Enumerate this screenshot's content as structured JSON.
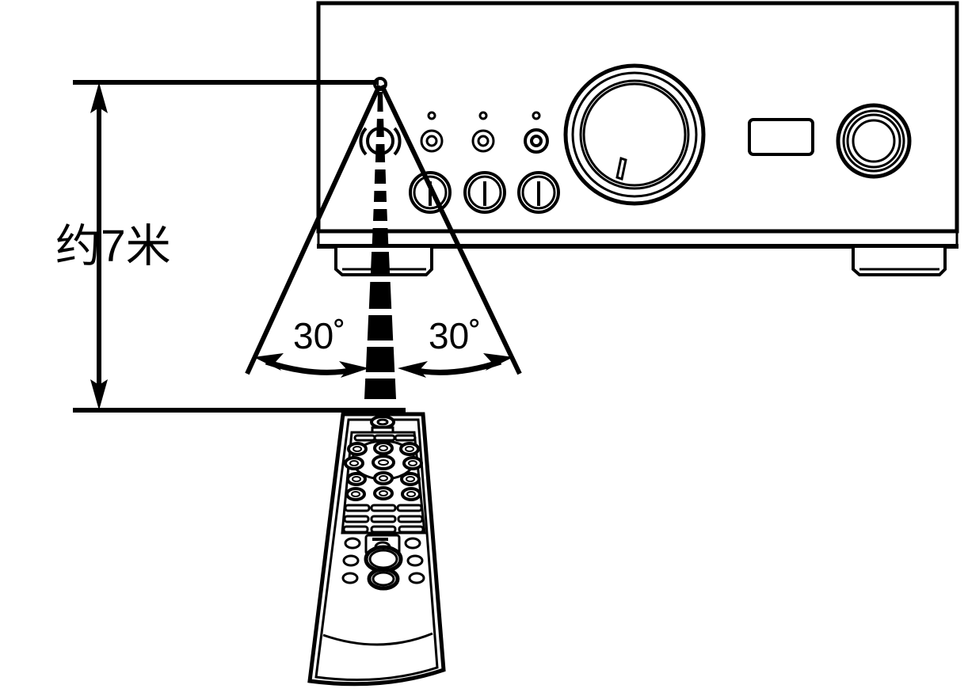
{
  "diagram": {
    "title": "Remote control operating range diagram",
    "type": "technical-line-drawing",
    "colors": {
      "stroke": "#000000",
      "background": "#ffffff",
      "beam_fill": "#000000"
    },
    "labels": {
      "distance": "约7米",
      "angle_left": "30˚",
      "angle_right": "30˚"
    },
    "measurements": {
      "distance_value": "7",
      "distance_unit": "米",
      "distance_prefix": "约",
      "angle_degrees": "30",
      "degree_symbol": "˚",
      "total_cone_angle": "60"
    },
    "amplifier": {
      "name": "stereo-amplifier-front-panel",
      "ir_sensor": "ir-receiver-window",
      "indicator_leds": 3,
      "small_jacks": 3,
      "rotary_knobs": 3,
      "volume_knob": "large-volume-dial",
      "display_panel": "rectangular-display-window",
      "secondary_knob": "selector-knob",
      "feet": 2
    },
    "remote": {
      "name": "ir-remote-control",
      "emitter": "ir-transmitter-led",
      "top_bar_buttons": 3,
      "round_button_rows": 3,
      "round_buttons_per_row": 3,
      "navigation_pad": "circular-navigation-ring",
      "bottom_bar_rows": 3,
      "bottom_bar_per_row": 3,
      "small_round_buttons": 6,
      "large_buttons": 2
    },
    "beam": {
      "name": "infrared-signal-beam",
      "style": "dashed-tapering-wedge",
      "segments": 13
    }
  }
}
